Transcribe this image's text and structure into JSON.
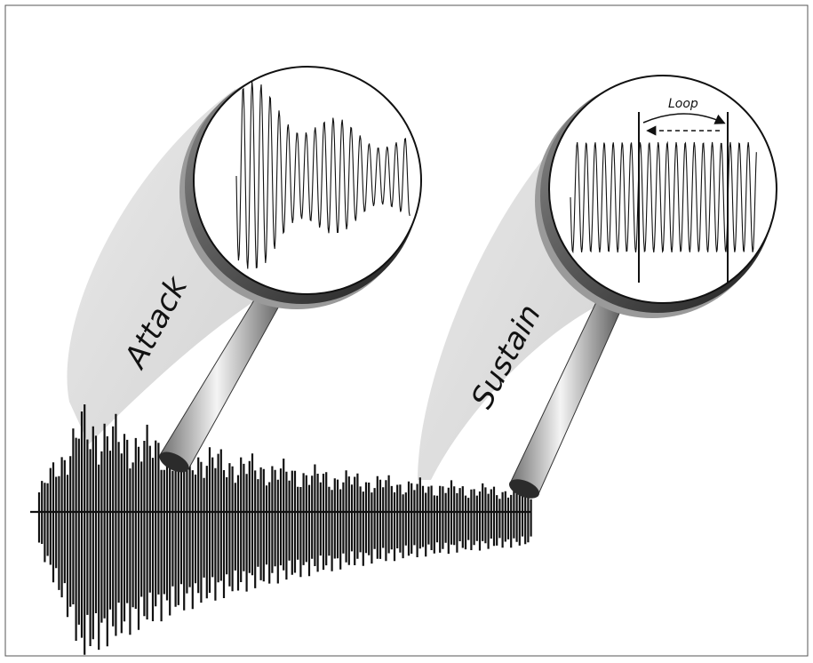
{
  "labels": {
    "attack": "Attack",
    "sustain": "Sustain",
    "loop": "Loop"
  },
  "colors": {
    "ink": "#111111",
    "beam": "#d9d9d9",
    "lens_rim": "#3a3a3a",
    "lens_face": "#ffffff",
    "handle_light": "#f2f2f2",
    "handle_dark": "#7a7a7a",
    "frame": "#555555"
  },
  "icons": {
    "attack_magnifier": "magnifier-icon",
    "sustain_magnifier": "magnifier-icon"
  }
}
